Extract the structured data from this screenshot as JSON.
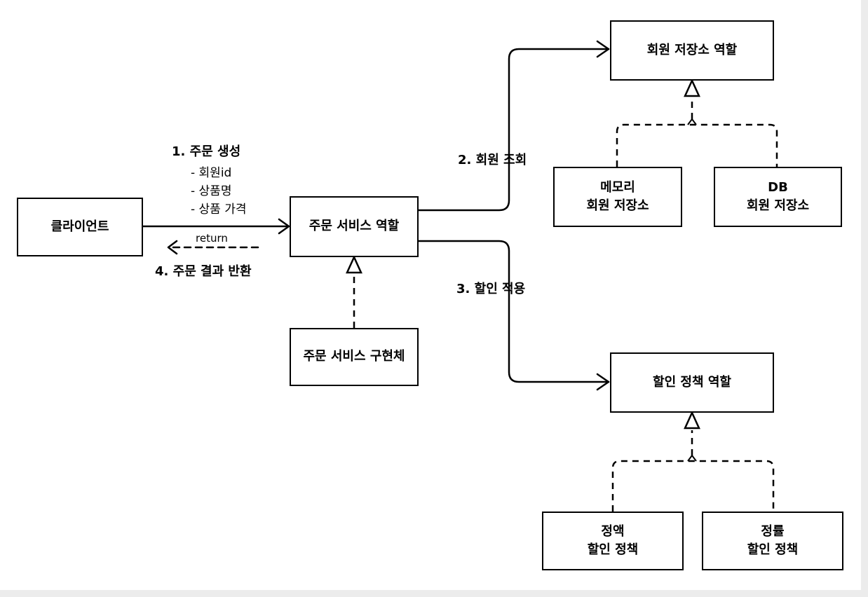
{
  "nodes": {
    "client": {
      "label": "클라이언트"
    },
    "order_service_role": {
      "label": "주문 서비스 역할"
    },
    "order_service_impl": {
      "label": "주문 서비스 구현체"
    },
    "member_repo_role": {
      "label": "회원 저장소 역할"
    },
    "memory_member_repo": {
      "line1": "메모리",
      "line2": "회원 저장소"
    },
    "db_member_repo": {
      "line1": "DB",
      "line2": "회원 저장소"
    },
    "discount_policy_role": {
      "label": "할인 정책 역할"
    },
    "fixed_discount_policy": {
      "line1": "정액",
      "line2": "할인 정책"
    },
    "rate_discount_policy": {
      "line1": "정률",
      "line2": "할인 정책"
    }
  },
  "edges": {
    "create_order": {
      "title": "1. 주문 생성",
      "params": [
        "- 회원id",
        "- 상품명",
        "- 상품 가격"
      ]
    },
    "return_label": "return",
    "return_order": "4. 주문 결과 반환",
    "member_lookup": "2. 회원 조회",
    "apply_discount": "3. 할인 적용"
  }
}
